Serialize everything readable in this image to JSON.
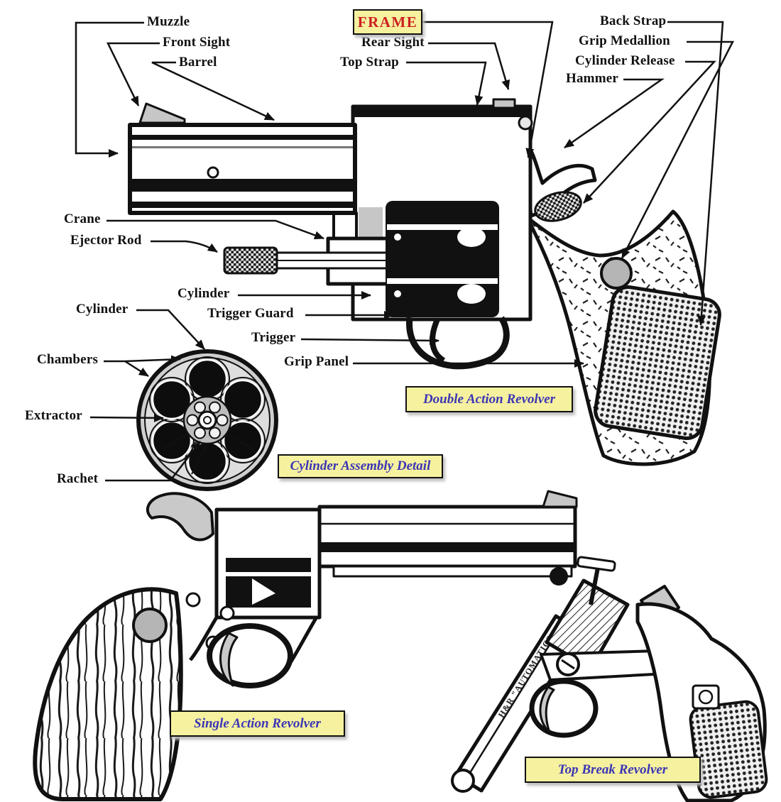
{
  "diagram": {
    "type": "labeled-diagram",
    "subject": "Revolver parts diagram",
    "frame_box_label": "FRAME",
    "labels": {
      "muzzle": "Muzzle",
      "front_sight": "Front Sight",
      "barrel": "Barrel",
      "rear_sight": "Rear Sight",
      "top_strap": "Top Strap",
      "back_strap": "Back Strap",
      "grip_medallion": "Grip Medallion",
      "cylinder_release": "Cylinder Release",
      "hammer": "Hammer",
      "crane": "Crane",
      "ejector_rod": "Ejector Rod",
      "cylinder": "Cylinder",
      "trigger_guard": "Trigger Guard",
      "trigger": "Trigger",
      "grip_panel": "Grip Panel"
    },
    "cylinder_detail": {
      "cylinder": "Cylinder",
      "chambers": "Chambers",
      "extractor": "Extractor",
      "rachet": "Rachet"
    },
    "captions": {
      "double_action": "Double Action Revolver",
      "cylinder_assembly": "Cylinder Assembly Detail",
      "single_action": "Single Action Revolver",
      "top_break": "Top Break Revolver"
    },
    "barrel_inscription": "H&R \"AUTOMATIC\"",
    "colors": {
      "background": "#ffffff",
      "ink": "#111111",
      "highlight_yellow": "#f5f19f",
      "frame_label_red": "#cc2020",
      "caption_blue": "#3b35b5",
      "metal_gray": "#b5b5b5"
    }
  }
}
